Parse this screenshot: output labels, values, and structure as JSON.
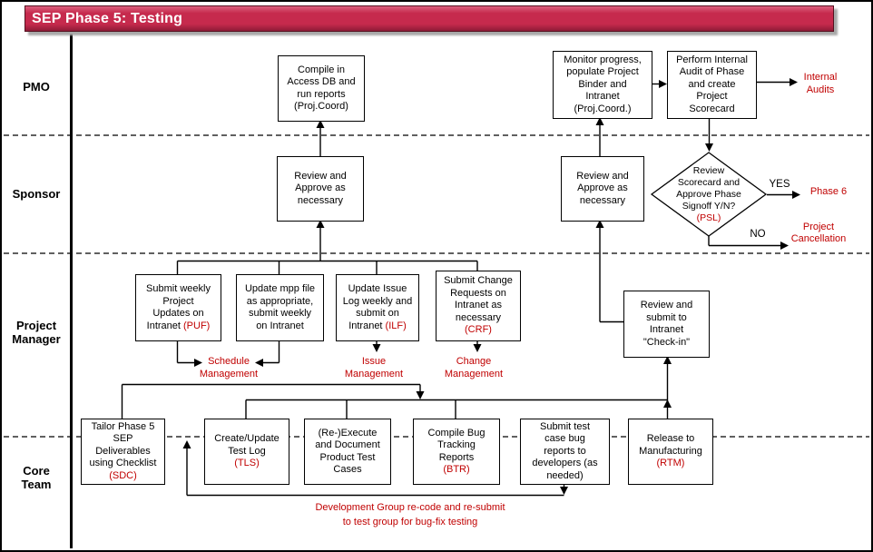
{
  "title": "SEP Phase 5: Testing",
  "colors": {
    "accent_red": "#c00000",
    "banner": "#c62a4d"
  },
  "lanes": {
    "pmo": "PMO",
    "sponsor": "Sponsor",
    "project_manager": "Project\nManager",
    "core_team": "Core\nTeam"
  },
  "boxes": {
    "compile_db": {
      "black": "Compile in\nAccess DB and\nrun reports\n(Proj.Coord)"
    },
    "monitor": {
      "black": "Monitor progress,\npopulate Project\nBinder and\nIntranet\n(Proj.Coord.)"
    },
    "audit": {
      "black": "Perform Internal\nAudit of Phase\nand create\nProject\nScorecard"
    },
    "review1": {
      "black": "Review and\nApprove as\nnecessary"
    },
    "review2": {
      "black": "Review and\nApprove as\nnecessary"
    },
    "decision": {
      "black": "Review\nScorecard and\nApprove Phase\nSignoff Y/N?\n",
      "red": "(PSL)"
    },
    "weekly_updates": {
      "black": "Submit weekly\nProject\nUpdates on\nIntranet ",
      "red": "(PUF)"
    },
    "update_mpp": {
      "black": "Update mpp file\nas appropriate,\nsubmit weekly\non Intranet"
    },
    "issue_log": {
      "black": "Update Issue\nLog weekly and\nsubmit on\nIntranet ",
      "red": "(ILF)"
    },
    "change_requests": {
      "black": "Submit Change\nRequests on\nIntranet as\nnecessary\n",
      "red": "(CRF)"
    },
    "checkin": {
      "black": "Review and\nsubmit to\nIntranet\n\"Check-in\""
    },
    "tailor": {
      "black": "Tailor Phase 5\nSEP\nDeliverables\nusing Checklist\n",
      "red": "(SDC)"
    },
    "test_log": {
      "black": "Create/Update\nTest Log\n",
      "red": "(TLS)"
    },
    "execute_cases": {
      "black": "(Re-)Execute\nand Document\nProduct Test\nCases"
    },
    "bug_reports": {
      "black": "Compile Bug\nTracking\nReports\n",
      "red": "(BTR)"
    },
    "submit_bugs": {
      "black": "Submit test\ncase bug\nreports to\ndevelopers (as\nneeded)"
    },
    "release": {
      "black": "Release to\nManufacturing\n",
      "red": "(RTM)"
    }
  },
  "annotations": {
    "schedule_mgmt": "Schedule\nManagement",
    "issue_mgmt": "Issue\nManagement",
    "change_mgmt": "Change\nManagement",
    "internal_audits": "Internal\nAudits",
    "yes": "YES",
    "no": "NO",
    "phase6": "Phase 6",
    "project_cancellation": "Project\nCancellation",
    "dev_note": "Development Group re-code and re-submit\nto test group for bug-fix testing"
  }
}
